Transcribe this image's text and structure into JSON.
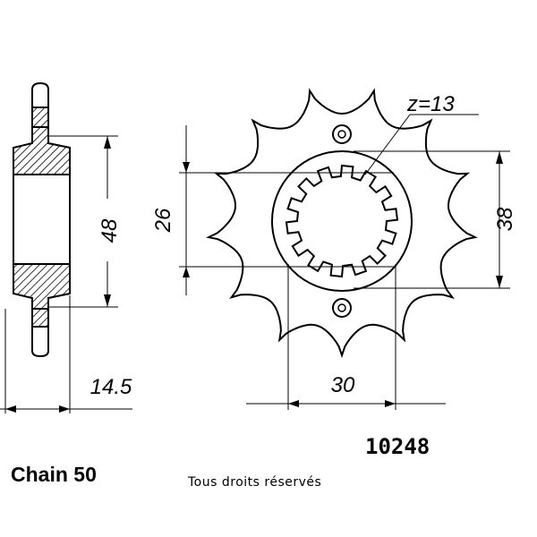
{
  "labels": {
    "teeth": "z=13",
    "dim_48": "48",
    "dim_26": "26",
    "dim_38": "38",
    "dim_30": "30",
    "dim_14_5": "14.5",
    "part_number": "10248",
    "chain": "Chain 50",
    "copyright": "Tous droits réservés"
  },
  "sprocket": {
    "teeth": 13,
    "splines": 14
  },
  "colors": {
    "ink": "#000000",
    "paper": "#ffffff"
  }
}
